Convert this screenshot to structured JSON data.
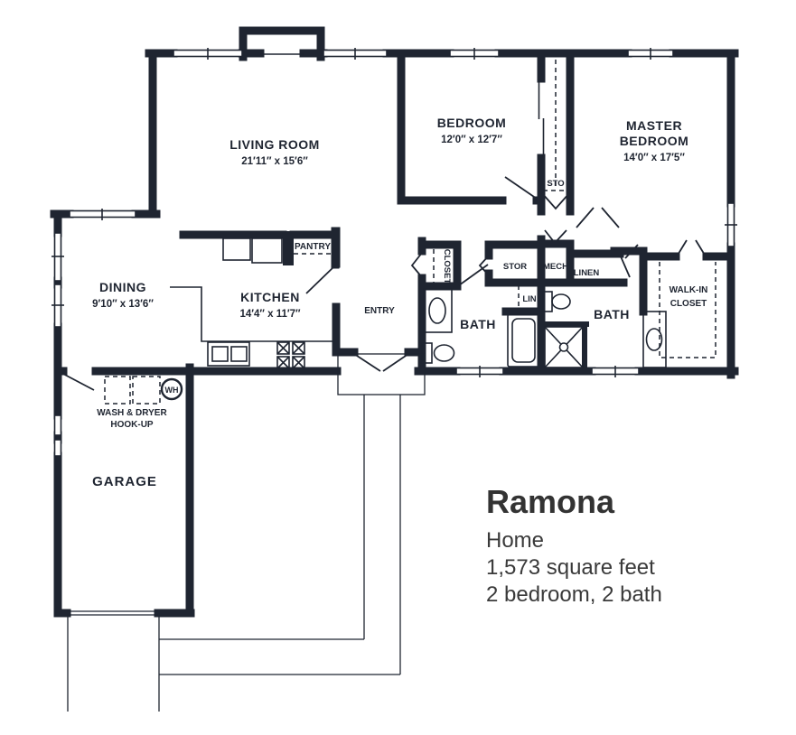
{
  "plan": {
    "rooms": {
      "living": {
        "name": "LIVING ROOM",
        "dims": "21′11″ x 15′6″"
      },
      "bedroom": {
        "name": "BEDROOM",
        "dims": "12′0″ x 12′7″"
      },
      "master": {
        "line1": "MASTER",
        "line2": "BEDROOM",
        "dims": "14′0″ x 17′5″"
      },
      "dining": {
        "name": "DINING",
        "dims": "9′10″ x 13′6″"
      },
      "kitchen": {
        "name": "KITCHEN",
        "dims": "14′4″ x 11′7″"
      },
      "garage": {
        "name": "GARAGE"
      },
      "entry": {
        "name": "ENTRY"
      },
      "pantry": {
        "name": "PANTRY"
      },
      "bath_hall": {
        "name": "BATH"
      },
      "bath_master": {
        "name": "BATH"
      },
      "walk_in": {
        "line1": "WALK-IN",
        "line2": "CLOSET"
      }
    },
    "closets": {
      "hall_closet": "CLOSET",
      "stor": "STOR",
      "mech": "MECH",
      "linen": "LINEN",
      "lin": "LIN",
      "sto": "STO"
    },
    "laundry": {
      "line1": "WASH & DRYER",
      "line2": "HOOK-UP",
      "water_heater": "WH"
    }
  },
  "title_block": {
    "name": "Ramona",
    "type": "Home",
    "area": "1,573 square feet",
    "config": "2 bedroom, 2 bath"
  },
  "colors": {
    "wall": "#1f2531",
    "label": "#1f2531",
    "title_text": "#3a3a3a",
    "background": "#ffffff"
  }
}
